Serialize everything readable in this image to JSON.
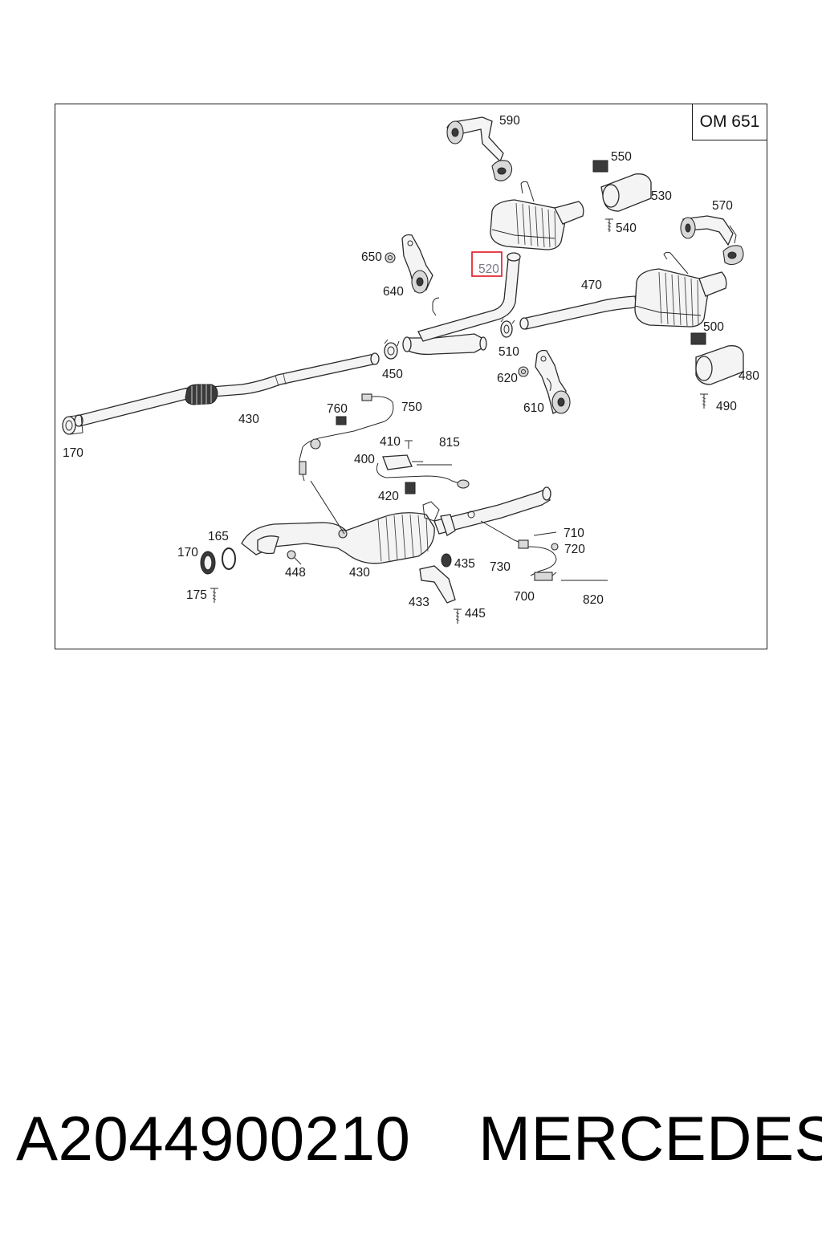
{
  "diagram": {
    "engine_code": "OM 651",
    "highlighted_part": "520",
    "labels": {
      "l590": "590",
      "l550": "550",
      "l530": "530",
      "l570": "570",
      "l540": "540",
      "l650": "650",
      "l520": "520",
      "l640": "640",
      "l470": "470",
      "l500": "500",
      "l510": "510",
      "l450": "450",
      "l620": "620",
      "l480": "480",
      "l610": "610",
      "l490": "490",
      "l760": "760",
      "l750": "750",
      "l430a": "430",
      "l170a": "170",
      "l410": "410",
      "l815": "815",
      "l400": "400",
      "l420": "420",
      "l165": "165",
      "l710": "710",
      "l720": "720",
      "l170b": "170",
      "l435": "435",
      "l730": "730",
      "l448": "448",
      "l430b": "430",
      "l700": "700",
      "l820": "820",
      "l175": "175",
      "l433": "433",
      "l445": "445"
    }
  },
  "footer": {
    "part_number": "A2044900210",
    "brand": "MERCEDES"
  },
  "colors": {
    "highlight": "#e0141e",
    "line": "#2a2a2a"
  }
}
